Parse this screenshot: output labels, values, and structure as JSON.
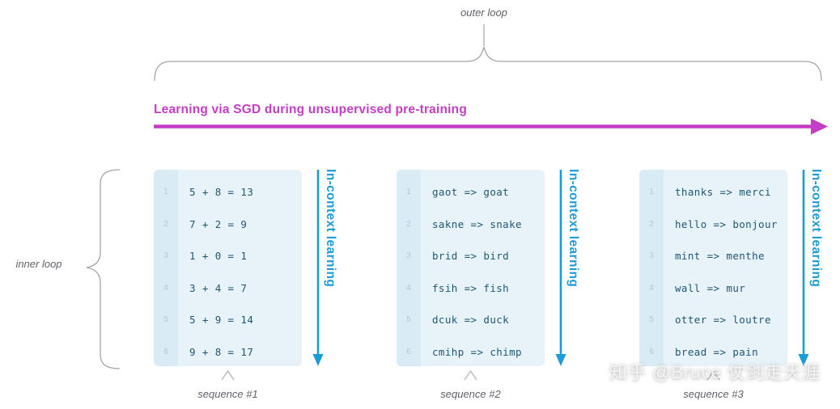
{
  "header": {
    "outer_loop_label": "outer loop",
    "sgd_label": "Learning via SGD during unsupervised pre-training"
  },
  "inner_loop_label": "inner loop",
  "in_context_label": "In-context learning",
  "panels": [
    {
      "sequence_label": "sequence #1",
      "rows": [
        "5 + 8 = 13",
        "7 + 2 = 9",
        "1 + 0 = 1",
        "3 + 4 = 7",
        "5 + 9 = 14",
        "9 + 8 = 17"
      ]
    },
    {
      "sequence_label": "sequence #2",
      "rows": [
        "gaot => goat",
        "sakne => snake",
        "brid => bird",
        "fsih => fish",
        "dcuk => duck",
        "cmihp => chimp"
      ]
    },
    {
      "sequence_label": "sequence #3",
      "rows": [
        "thanks => merci",
        "hello => bonjour",
        "mint => menthe",
        "wall => mur",
        "otter => loutre",
        "bread => pain"
      ]
    }
  ],
  "watermark": "知乎 @Bruce 仗剑走天涯",
  "colors": {
    "magenta": "#c43dc6",
    "teal": "#1c9cd6",
    "panel_bg": "#e7f3f9",
    "panel_col": "#d9ecf5",
    "row_text": "#1f5673",
    "row_num": "#a9c9db",
    "gray": "#5f6368",
    "brace": "#a3a3a3",
    "chevron": "#c2c2c2"
  }
}
